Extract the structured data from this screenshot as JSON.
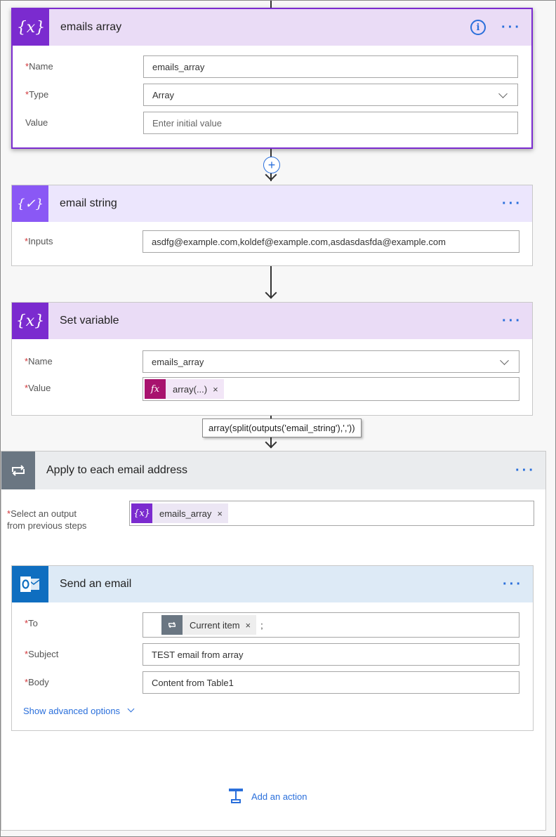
{
  "colors": {
    "variable_purple": "#7b2bcf",
    "compose_purple": "#8a58f5",
    "loop_gray": "#6a7682",
    "outlook_blue": "#0f6ec0",
    "link_blue": "#2a6fdb",
    "required_red": "#d13438"
  },
  "card1": {
    "icon": "{x}",
    "title": "emails array",
    "info_icon": "info-icon",
    "fields": {
      "name_label": "Name",
      "name_value": "emails_array",
      "type_label": "Type",
      "type_value": "Array",
      "value_label": "Value",
      "value_placeholder": "Enter initial value"
    }
  },
  "card2": {
    "icon": "{✓}",
    "title": "email string",
    "fields": {
      "inputs_label": "Inputs",
      "inputs_value": "asdfg@example.com,koldef@example.com,asdasdasfda@example.com"
    }
  },
  "card3": {
    "icon": "{x}",
    "title": "Set variable",
    "fields": {
      "name_label": "Name",
      "name_value": "emails_array",
      "value_label": "Value",
      "token_icon": "fx",
      "token_text": "array(...)",
      "token_remove": "×"
    }
  },
  "tooltip": {
    "text": "array(split(outputs('email_string'),','))"
  },
  "loop": {
    "icon": "loop-icon",
    "title": "Apply to each email address",
    "select_label_line1": "Select an output",
    "select_label_line2": "from previous steps",
    "token_icon": "{x}",
    "token_text": "emails_array",
    "token_remove": "×"
  },
  "email": {
    "icon": "O",
    "title": "Send an email",
    "to_label": "To",
    "to_token_text": "Current item",
    "to_token_remove": "×",
    "to_suffix": ";",
    "subject_label": "Subject",
    "subject_value": "TEST email from array",
    "body_label": "Body",
    "body_value": "Content from Table1",
    "advanced_link": "Show advanced options"
  },
  "add_action": {
    "label": "Add an action"
  },
  "menu_dots": "···"
}
